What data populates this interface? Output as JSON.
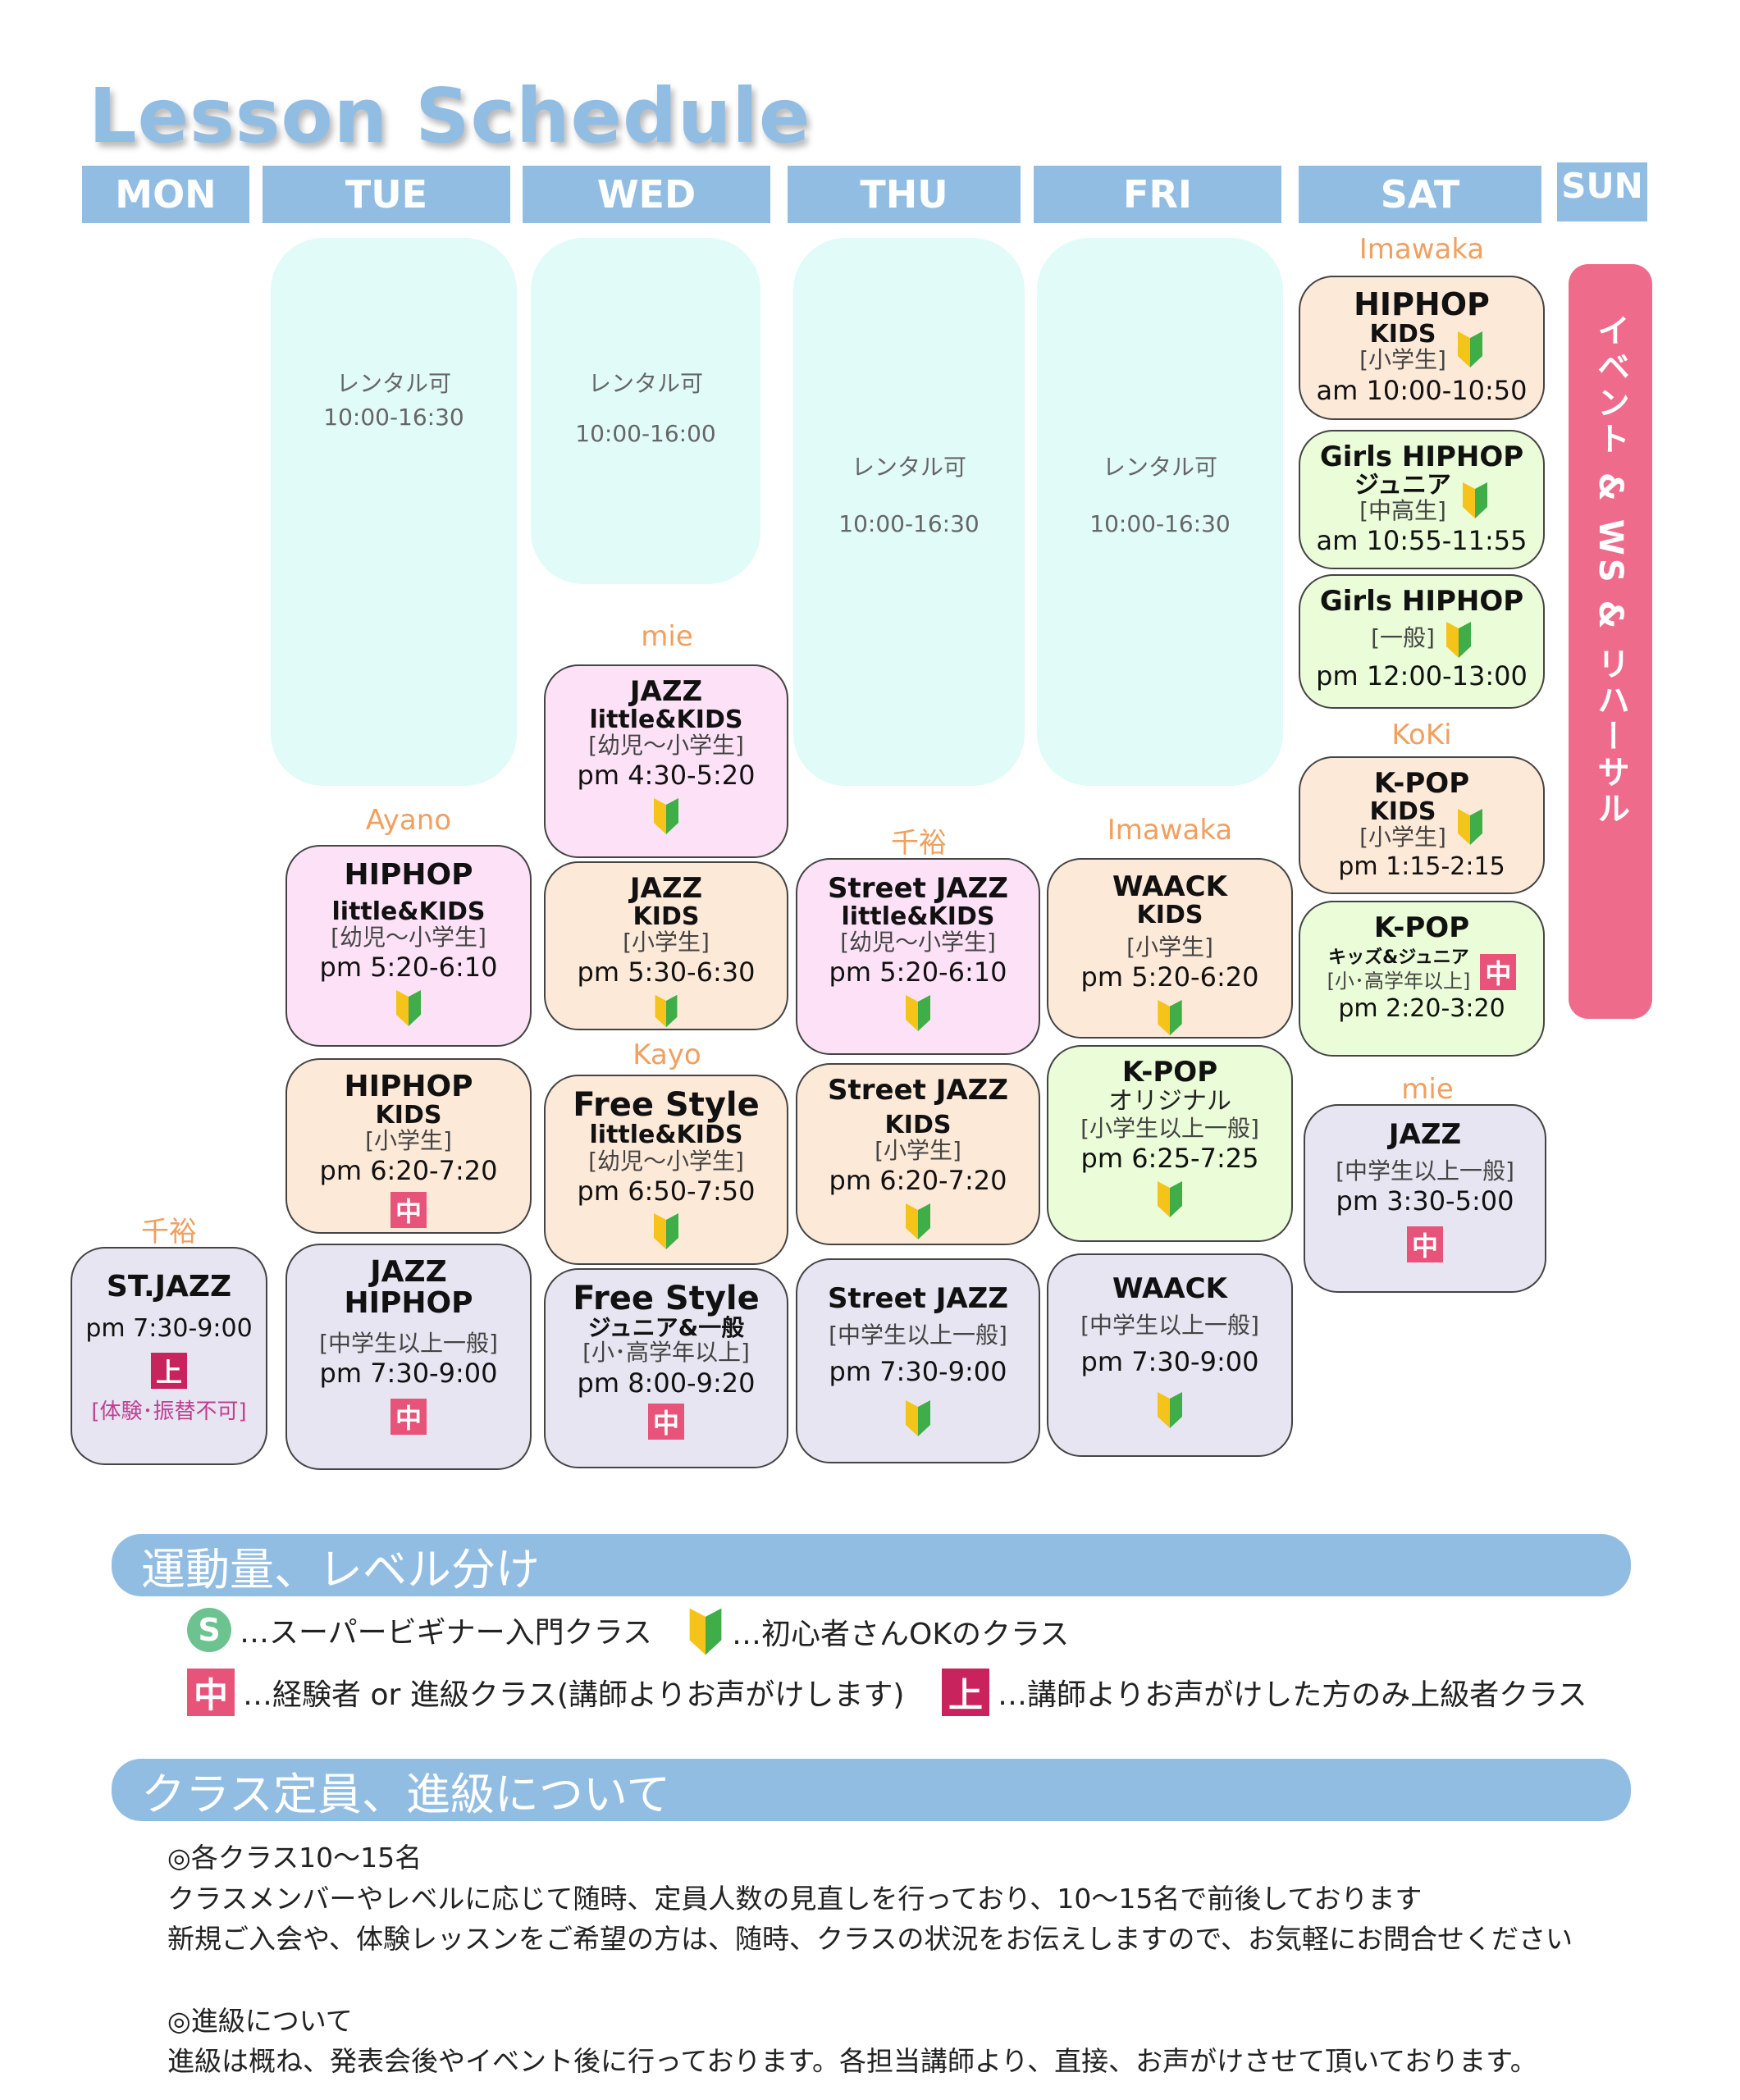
{
  "title": "Lesson Schedule",
  "days": [
    "MON",
    "TUE",
    "WED",
    "THU",
    "FRI",
    "SAT",
    "SUN"
  ],
  "rental": {
    "tue": {
      "label": "レンタル可",
      "time": "10:00-16:30"
    },
    "wed": {
      "label": "レンタル可",
      "time": "10:00-16:00"
    },
    "thu": {
      "label": "レンタル可",
      "time": "10:00-16:30"
    },
    "fri": {
      "label": "レンタル可",
      "time": "10:00-16:30"
    }
  },
  "instructors": {
    "sat_top": "Imawaka",
    "wed_mie": "mie",
    "tue_ayano": "Ayano",
    "thu_chihiro": "千裕",
    "fri_imawaka": "Imawaka",
    "sat_koki": "KoKi",
    "wed_kayo": "Kayo",
    "sat_mie": "mie",
    "mon_chihiro": "千裕"
  },
  "classes": {
    "sat1": {
      "name": "HIPHOP",
      "sub": "KIDS",
      "age": "[小学生]",
      "time": "am 10:00-10:50"
    },
    "sat2": {
      "name": "Girls HIPHOP",
      "sub": "ジュニア",
      "age": "[中高生]",
      "time": "am 10:55-11:55"
    },
    "sat3": {
      "name": "Girls HIPHOP",
      "age": "[一般]",
      "time": "pm 12:00-13:00"
    },
    "sat4": {
      "name": "K-POP",
      "sub": "KIDS",
      "age": "[小学生]",
      "time": "pm 1:15-2:15"
    },
    "sat5": {
      "name": "K-POP",
      "sub": "キッズ&ジュニア",
      "age": "[小･高学年以上]",
      "time": "pm 2:20-3:20"
    },
    "sat6": {
      "name": "JAZZ",
      "age": "[中学生以上一般]",
      "time": "pm 3:30-5:00"
    },
    "wed1": {
      "name": "JAZZ",
      "sub": "little&KIDS",
      "age": "[幼児〜小学生]",
      "time": "pm 4:30-5:20"
    },
    "wed2": {
      "name": "JAZZ",
      "sub": "KIDS",
      "age": "[小学生]",
      "time": "pm 5:30-6:30"
    },
    "wed3": {
      "name": "Free Style",
      "sub": "little&KIDS",
      "age": "[幼児〜小学生]",
      "time": "pm 6:50-7:50"
    },
    "wed4": {
      "name": "Free Style",
      "sub": "ジュニア&一般",
      "age": "[小･高学年以上]",
      "time": "pm 8:00-9:20"
    },
    "tue1": {
      "name": "HIPHOP",
      "sub": "little&KIDS",
      "age": "[幼児〜小学生]",
      "time": "pm 5:20-6:10"
    },
    "tue2": {
      "name": "HIPHOP",
      "sub": "KIDS",
      "age": "[小学生]",
      "time": "pm 6:20-7:20"
    },
    "tue3": {
      "name": "JAZZ",
      "sub": "HIPHOP",
      "age": "[中学生以上一般]",
      "time": "pm 7:30-9:00"
    },
    "thu1": {
      "name": "Street JAZZ",
      "sub": "little&KIDS",
      "age": "[幼児〜小学生]",
      "time": "pm 5:20-6:10"
    },
    "thu2": {
      "name": "Street JAZZ",
      "sub": "KIDS",
      "age": "[小学生]",
      "time": "pm 6:20-7:20"
    },
    "thu3": {
      "name": "Street JAZZ",
      "age": "[中学生以上一般]",
      "time": "pm 7:30-9:00"
    },
    "fri1": {
      "name": "WAACK",
      "sub": "KIDS",
      "age": "[小学生]",
      "time": "pm 5:20-6:20"
    },
    "fri2": {
      "name": "K-POP",
      "sub": "オリジナル",
      "age": "[小学生以上一般]",
      "time": "pm 6:25-7:25"
    },
    "fri3": {
      "name": "WAACK",
      "age": "[中学生以上一般]",
      "time": "pm 7:30-9:00"
    },
    "mon1": {
      "name": "ST.JAZZ",
      "time": "pm 7:30-9:00",
      "note": "[体験･振替不可]"
    }
  },
  "badges": {
    "naka": "中",
    "ue": "上",
    "s": "S"
  },
  "event_label": "イベント & WS & リハーサル",
  "section1": {
    "title": "運動量、レベル分け",
    "legend_s": "…スーパービギナー入門クラス",
    "legend_leaf": "…初心者さんOKのクラス",
    "legend_naka": "…経験者 or 進級クラス(講師よりお声がけします)",
    "legend_ue": "…講師よりお声がけした方のみ上級者クラス"
  },
  "section2": {
    "title": "クラス定員、進級について",
    "p1": "◎各クラス10〜15名",
    "p2": "クラスメンバーやレベルに応じて随時、定員人数の見直しを行っており、10〜15名で前後しております",
    "p3": "新規ご入会や、体験レッスンをご希望の方は、随時、クラスの状況をお伝えしますので、お気軽にお問合せください",
    "p4": "◎進級について",
    "p5": "進級は概ね、発表会後やイベント後に行っております。各担当講師より、直接、お声がけさせて頂いております。"
  },
  "colors": {
    "header": "#92bde3",
    "event": "#ee6b8b",
    "naka": "#e8537a",
    "ue": "#c8235c",
    "s": "#6cc38f",
    "instructor": "#f0a060"
  }
}
